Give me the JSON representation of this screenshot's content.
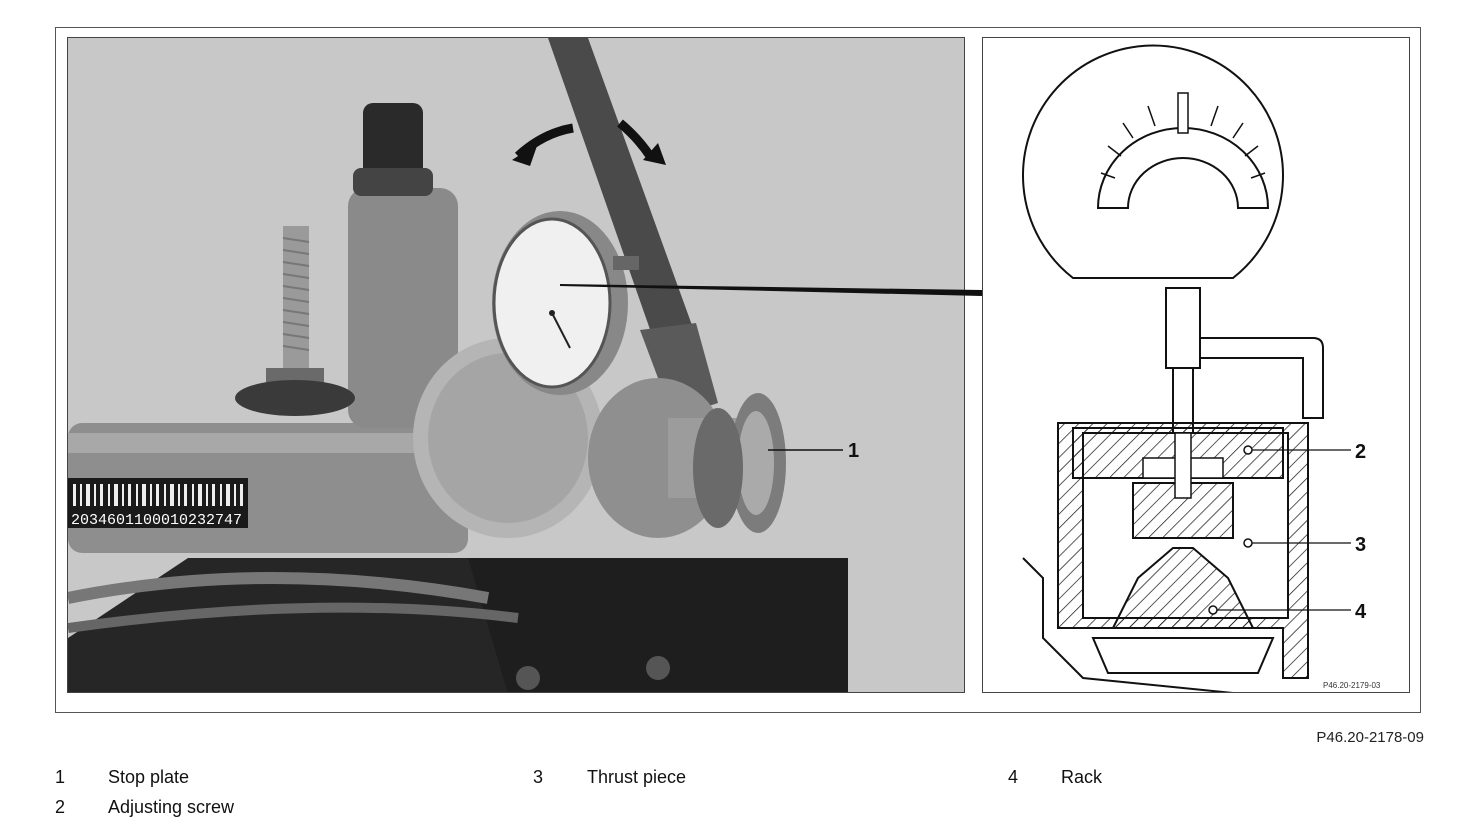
{
  "figure": {
    "reference": "P46.20-2178-09",
    "photo": {
      "callout_1": "1",
      "barcode_text": "2034601100010232747"
    },
    "detail": {
      "callout_2": "2",
      "callout_3": "3",
      "callout_4": "4",
      "detail_reference": "P46.20-2179-03"
    }
  },
  "legend": [
    {
      "number": "1",
      "label": "Stop plate"
    },
    {
      "number": "2",
      "label": "Adjusting screw"
    },
    {
      "number": "3",
      "label": "Thrust piece"
    },
    {
      "number": "4",
      "label": "Rack"
    }
  ]
}
